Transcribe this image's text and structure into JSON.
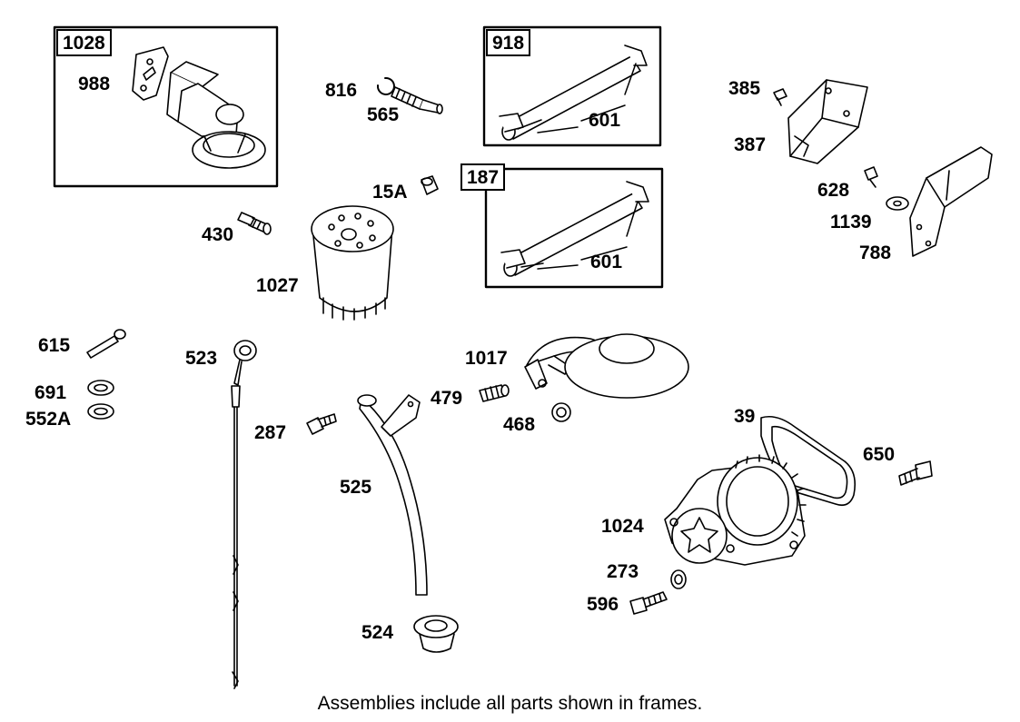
{
  "diagram": {
    "frames": [
      {
        "id": "frame-1028",
        "label": "1028"
      },
      {
        "id": "frame-918",
        "label": "918"
      },
      {
        "id": "frame-187",
        "label": "187"
      }
    ],
    "callouts": {
      "c988": "988",
      "c816": "816",
      "c565": "565",
      "c601a": "601",
      "c385": "385",
      "c387": "387",
      "c15a": "15A",
      "c628": "628",
      "c1139": "1139",
      "c788": "788",
      "c430": "430",
      "c1027": "1027",
      "c601b": "601",
      "c615": "615",
      "c523": "523",
      "c1017": "1017",
      "c691": "691",
      "c552a": "552A",
      "c479": "479",
      "c468": "468",
      "c287": "287",
      "c39": "39",
      "c650": "650",
      "c525": "525",
      "c1024": "1024",
      "c273": "273",
      "c596": "596",
      "c524": "524"
    },
    "footnote": "Assemblies include all parts shown in frames."
  }
}
